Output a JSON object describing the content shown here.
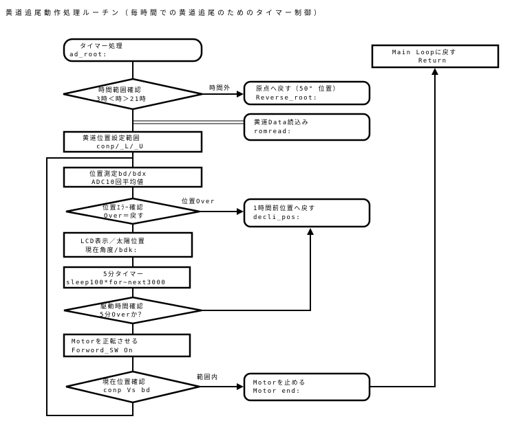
{
  "title": "黄道追尾動作処理ルーチン（毎時間での黄道追尾のためのタイマー制御）",
  "nodes": {
    "timer": [
      "タイマー処理",
      "ad_root:"
    ],
    "time_check": [
      "時間範囲確認",
      "3時＜時＞21時"
    ],
    "reverse": [
      "原点へ戻す（50°  位置）",
      "Reverse_root:"
    ],
    "main_loop": [
      "Main Loopに戻す",
      "Return"
    ],
    "romread": [
      "黄道Data読込み",
      "romread:"
    ],
    "range_set": [
      "黄道位置設定範囲",
      "conp/_L/_U"
    ],
    "measure": [
      "位置測定bd/bdx",
      "ADC10回平均値"
    ],
    "err_check": [
      "位置ｴﾗｰ確認",
      "Over＝戻す"
    ],
    "decli": [
      "1時間前位置へ戻す",
      "decli_pos:"
    ],
    "lcd": [
      "LCD表示／太陽位置",
      "現在角度/bdk:"
    ],
    "wait": [
      "5分タイマー",
      "sleep100*for~next3000"
    ],
    "drive_check": [
      "駆動時間確認",
      "5分Overか？"
    ],
    "motor_run": [
      "Motorを正転させる",
      "Forword_SW On"
    ],
    "pos_check": [
      "現在位置確認",
      "conp Vs bd"
    ],
    "motor_stop": [
      "Motorを止める",
      "Motor end:"
    ]
  },
  "edge_labels": {
    "outside_time": "時間外",
    "position_over": "位置Over",
    "in_range": "範囲内"
  }
}
